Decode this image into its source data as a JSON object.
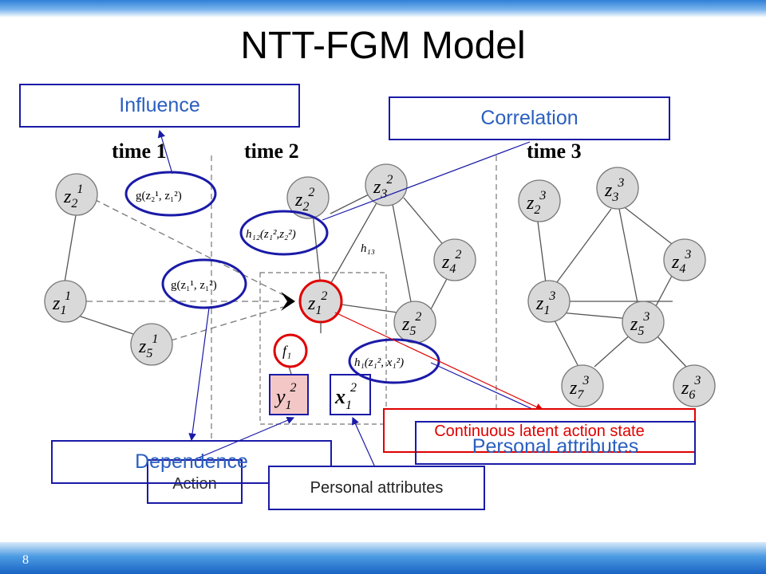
{
  "slide": {
    "title": "NTT-FGM Model",
    "page_number": "8"
  },
  "time_labels": [
    "time 1",
    "time 2",
    "time 3"
  ],
  "nodes": [
    {
      "id": "z2_1",
      "base": "z",
      "sub": "2",
      "sup": "1"
    },
    {
      "id": "z1_1",
      "base": "z",
      "sub": "1",
      "sup": "1"
    },
    {
      "id": "z5_1",
      "base": "z",
      "sub": "5",
      "sup": "1"
    },
    {
      "id": "z2_2",
      "base": "z",
      "sub": "2",
      "sup": "2"
    },
    {
      "id": "z3_2",
      "base": "z",
      "sub": "3",
      "sup": "2"
    },
    {
      "id": "z4_2",
      "base": "z",
      "sub": "4",
      "sup": "2"
    },
    {
      "id": "z1_2",
      "base": "z",
      "sub": "1",
      "sup": "2"
    },
    {
      "id": "z5_2",
      "base": "z",
      "sub": "5",
      "sup": "2"
    },
    {
      "id": "z2_3",
      "base": "z",
      "sub": "2",
      "sup": "3"
    },
    {
      "id": "z3_3",
      "base": "z",
      "sub": "3",
      "sup": "3"
    },
    {
      "id": "z4_3",
      "base": "z",
      "sub": "4",
      "sup": "3"
    },
    {
      "id": "z1_3",
      "base": "z",
      "sub": "1",
      "sup": "3"
    },
    {
      "id": "z5_3",
      "base": "z",
      "sub": "5",
      "sup": "3"
    },
    {
      "id": "z7_3",
      "base": "z",
      "sub": "7",
      "sup": "3"
    },
    {
      "id": "z6_3",
      "base": "z",
      "sub": "6",
      "sup": "3"
    }
  ],
  "factor_labels": {
    "g_influence": "g(z₂¹, z₁²)",
    "g_dependence": "g(z₁¹, z₁²)",
    "h12": "h₁₂(z₁²,z₂²)",
    "h13": "h₁₃",
    "h1": "h₁(z₁², x₁²)",
    "f1": "f₁"
  },
  "observed": {
    "y": {
      "base": "y",
      "sub": "1",
      "sup": "2"
    },
    "x": {
      "base": "x",
      "sub": "1",
      "sup": "2"
    }
  },
  "callouts": {
    "influence": "Influence",
    "correlation": "Correlation",
    "dependence": "Dependence",
    "action": "Action",
    "personal_attributes_small": "Personal attributes",
    "continuous_latent": "Continuous latent action state",
    "personal_attributes_large": "Personal attributes"
  },
  "colors": {
    "node_fill": "#d9d9d9",
    "highlight_blue": "#1a1aa8",
    "highlight_red": "#e00000",
    "label_text_blue": "#2a5fbf",
    "observed_fill": "#f4c7c7",
    "bar_blue": "#1a63c4"
  }
}
